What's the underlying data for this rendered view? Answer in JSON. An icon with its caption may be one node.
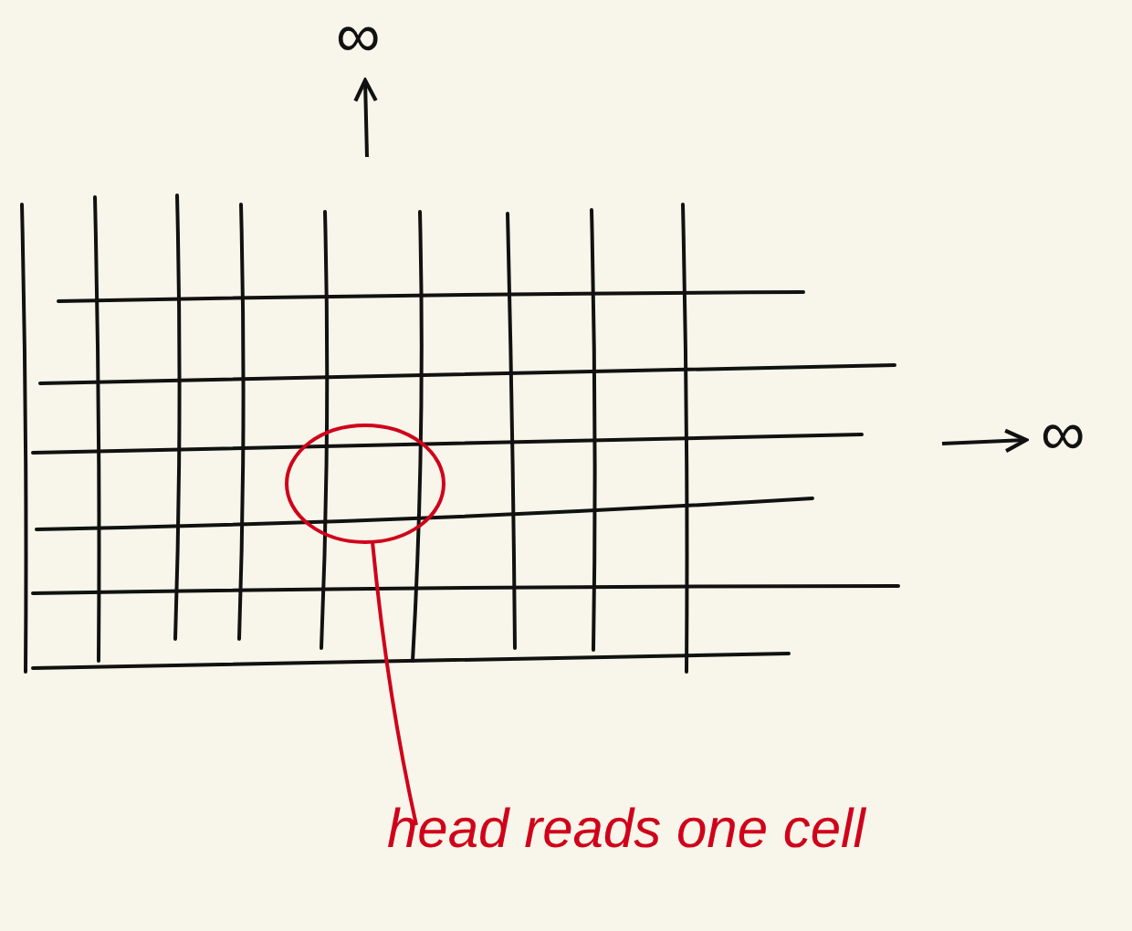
{
  "diagram": {
    "nodes": [
      {
        "text": [
          "head reads one cell"
        ]
      },
      {
        "text": [],
        "shape": "circle"
      }
    ],
    "edges": [
      {
        "from": 0,
        "to": 1,
        "arrow": "none"
      }
    ],
    "labels": [
      "∞",
      "∞"
    ]
  }
}
